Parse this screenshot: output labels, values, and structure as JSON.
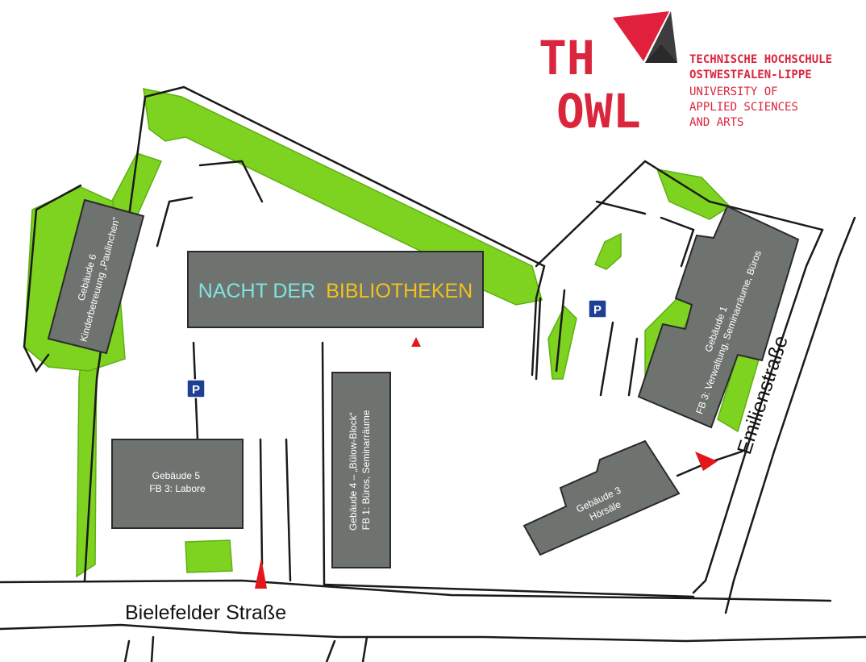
{
  "logo": {
    "mark_text": [
      "TH",
      "OWL"
    ],
    "lines": [
      "TECHNISCHE HOCHSCHULE",
      "OSTWESTFALEN-LIPPE",
      "UNIVERSITY OF",
      "APPLIED SCIENCES",
      "AND ARTS"
    ],
    "color": "#d9263c"
  },
  "event_banner": {
    "part1": "NACHT DER",
    "part2": "BIBLIOTHEKEN",
    "color1": "#7fe3e0",
    "color2": "#f2c21b"
  },
  "buildings": {
    "geb6": [
      "Gebäude 6",
      "Kinderbetreuung „Paulinchen“"
    ],
    "geb5": [
      "Gebäude 5",
      "FB 3: Labore"
    ],
    "geb4": [
      "Gebäude 4 – „Bülow-Block“",
      "FB 1: Büros, Seminarräume"
    ],
    "geb3": [
      "Gebäude 3",
      "Hörsäle"
    ],
    "geb1": [
      "Gebäude 1",
      "FB 3: Verwaltung, Seminarräume, Büros"
    ]
  },
  "parking_label": "P",
  "streets": {
    "bielefelder": "Bielefelder Straße",
    "emilien": "Emilienstraße"
  },
  "icons": [
    "parking-sign-icon",
    "entrance-arrow-icon"
  ]
}
